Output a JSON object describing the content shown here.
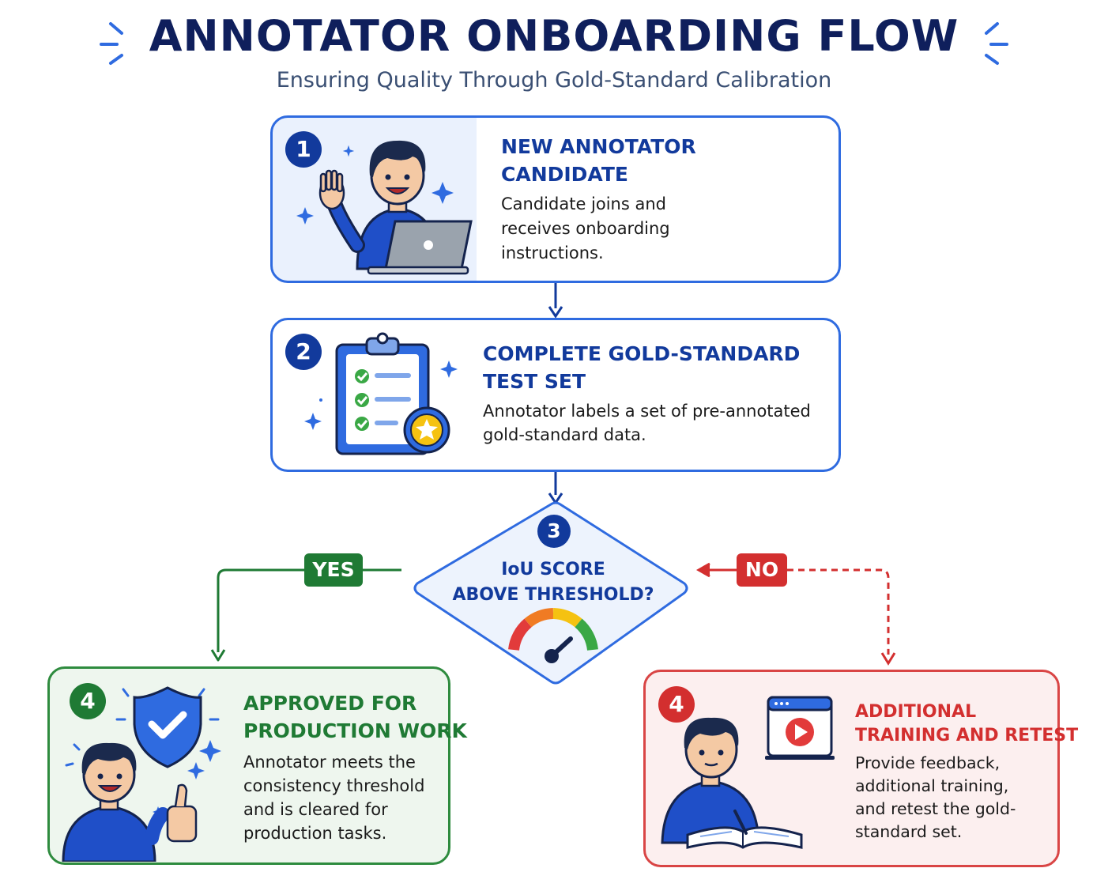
{
  "header": {
    "title": "ANNOTATOR ONBOARDING FLOW",
    "subtitle": "Ensuring Quality Through Gold-Standard Calibration"
  },
  "steps": [
    {
      "number": "1",
      "heading_lines": [
        "NEW ANNOTATOR",
        "CANDIDATE"
      ],
      "body_lines": [
        "Candidate joins and",
        "receives onboarding",
        "instructions."
      ],
      "icon": "person-waving-laptop-icon"
    },
    {
      "number": "2",
      "heading_lines": [
        "COMPLETE GOLD-STANDARD",
        "TEST SET"
      ],
      "body_lines": [
        "Annotator labels a set of pre-annotated",
        "gold-standard data."
      ],
      "icon": "clipboard-checklist-icon"
    },
    {
      "number": "3",
      "heading_lines": [
        "IoU SCORE",
        "ABOVE THRESHOLD?"
      ],
      "icon": "gauge-icon"
    }
  ],
  "outcomes": {
    "approved": {
      "number": "4",
      "heading_lines": [
        "APPROVED FOR",
        "PRODUCTION WORK"
      ],
      "body_lines": [
        "Annotator meets the",
        "consistency threshold",
        "and is cleared for",
        "production tasks."
      ],
      "icon": "shield-check-thumbs-up-icon"
    },
    "retrain": {
      "number": "4",
      "heading_lines": [
        "ADDITIONAL",
        "TRAINING AND RETEST"
      ],
      "body_lines": [
        "Provide feedback,",
        "additional training,",
        "and retest the gold-",
        "standard set."
      ],
      "icon": "person-studying-video-icon"
    }
  },
  "branches": {
    "yes_label": "YES",
    "no_label": "NO"
  },
  "colors": {
    "primary": "#2f6be0",
    "navy": "#123a9c",
    "success": "#1f7a34",
    "danger": "#d32f2f"
  }
}
